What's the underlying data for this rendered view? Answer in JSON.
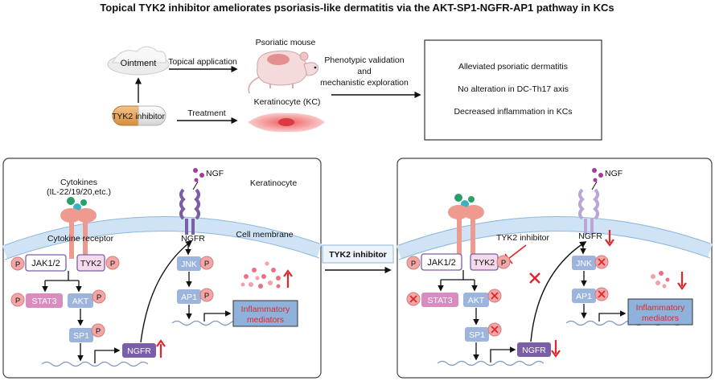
{
  "title": "Topical TYK2 inhibitor ameliorates psoriasis-like dermatitis via the AKT-SP1-NGFR-AP1 pathway in KCs",
  "top": {
    "ointment": "Ointment",
    "topical_application": "Topical application",
    "tyk2_capsule": "TYK2 inhibitor",
    "treatment": "Treatment",
    "psoriatic_mouse": "Psoriatic mouse",
    "keratinocyte_kc": "Keratinocyte (KC)",
    "validation_line1": "Phenotypic validation",
    "validation_line2": "and",
    "validation_line3": "mechanistic exploration",
    "outcome_1": "Alleviated psoriatic dermatitis",
    "outcome_2": "No alteration in DC-Th17 axis",
    "outcome_3": "Decreased inflammation in KCs"
  },
  "left_panel": {
    "cytokines_line1": "Cytokines",
    "cytokines_line2": "(IL-22/19/20,etc.)",
    "ngf": "NGF",
    "keratinocyte": "Keratinocyte",
    "cytokine_receptor": "Cytokine receptor",
    "cell_membrane": "Cell membrane",
    "ngfr_top": "NGFR",
    "jak": "JAK1/2",
    "tyk2": "TYK2",
    "jnk": "JNK",
    "stat3": "STAT3",
    "akt": "AKT",
    "ap1": "AP1",
    "sp1": "SP1",
    "ngfr_gene": "NGFR",
    "inflam_line1": "Inflammatory",
    "inflam_line2": "mediators",
    "p": "P"
  },
  "middle": {
    "tyk2_inhibitor": "TYK2 inhibitor"
  },
  "right_panel": {
    "ngf": "NGF",
    "tyk2_inhibitor_label": "TYK2 inhibitor",
    "ngfr_top": "NGFR",
    "jak": "JAK1/2",
    "tyk2": "TYK2",
    "jnk": "JNK",
    "stat3": "STAT3",
    "akt": "AKT",
    "ap1": "AP1",
    "sp1": "SP1",
    "ngfr_gene": "NGFR",
    "inflam_line1": "Inflammatory",
    "inflam_line2": "mediators",
    "p": "P"
  },
  "colors": {
    "arrow_red": "#e0262b",
    "membrane_blue": "#bcd9f2",
    "receptor_pink": "#ee9a8f",
    "ngfr_purple": "#7b5ea8",
    "mediator_box": "#8fb2dd",
    "kinase_box": "#9db4dc",
    "p_circle": "#f2a6a6",
    "stat3_pink": "#d98cc0"
  }
}
